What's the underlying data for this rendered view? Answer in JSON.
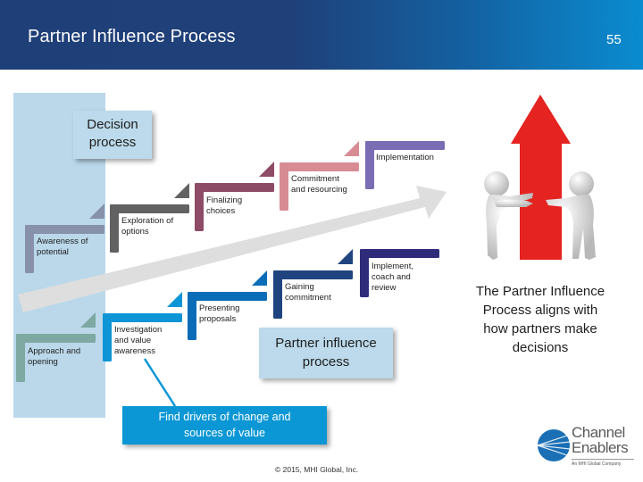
{
  "header": {
    "title": "Partner Influence Process",
    "slide_number": "55"
  },
  "decision_process": {
    "label_line1": "Decision",
    "label_line2": "process",
    "steps": [
      {
        "line1": "Awareness of",
        "line2": "potential",
        "color": "#8792aa"
      },
      {
        "line1": "Exploration of",
        "line2": "options",
        "color": "#626262"
      },
      {
        "line1": "Finalizing",
        "line2": "choices",
        "color": "#8e4b66"
      },
      {
        "line1": "Commitment",
        "line2": "and resourcing",
        "color": "#d78c94"
      },
      {
        "line1": "Implementation",
        "line2": "",
        "color": "#7b6db4"
      }
    ]
  },
  "partner_influence_process": {
    "label_line1": "Partner influence",
    "label_line2": "process",
    "steps": [
      {
        "line1": "Approach and",
        "line2": "opening",
        "line3": "",
        "color": "#7ea8a2"
      },
      {
        "line1": "Investigation",
        "line2": "and value",
        "line3": "awareness",
        "color": "#0e95d6"
      },
      {
        "line1": "Presenting",
        "line2": "proposals",
        "line3": "",
        "color": "#0b6cb8"
      },
      {
        "line1": "Gaining",
        "line2": "commitment",
        "line3": "",
        "color": "#1f447f"
      },
      {
        "line1": "Implement,",
        "line2": "coach and",
        "line3": "review",
        "color": "#2e2c7a"
      }
    ]
  },
  "callout": {
    "line1": "Find drivers of change and",
    "line2": "sources of value"
  },
  "summary": {
    "line1": "The Partner Influence",
    "line2": "Process aligns with",
    "line3": "how partners make",
    "line4": "decisions"
  },
  "illustration": {
    "icon": "figures-pushing-red-arrow-icon",
    "arrow_color": "#e52320"
  },
  "footer": {
    "copyright": "© 2015, MHI Global, Inc."
  },
  "logo": {
    "name_line1": "Channel",
    "name_line2": "Enablers",
    "tagline": "An MHI Global Company"
  }
}
